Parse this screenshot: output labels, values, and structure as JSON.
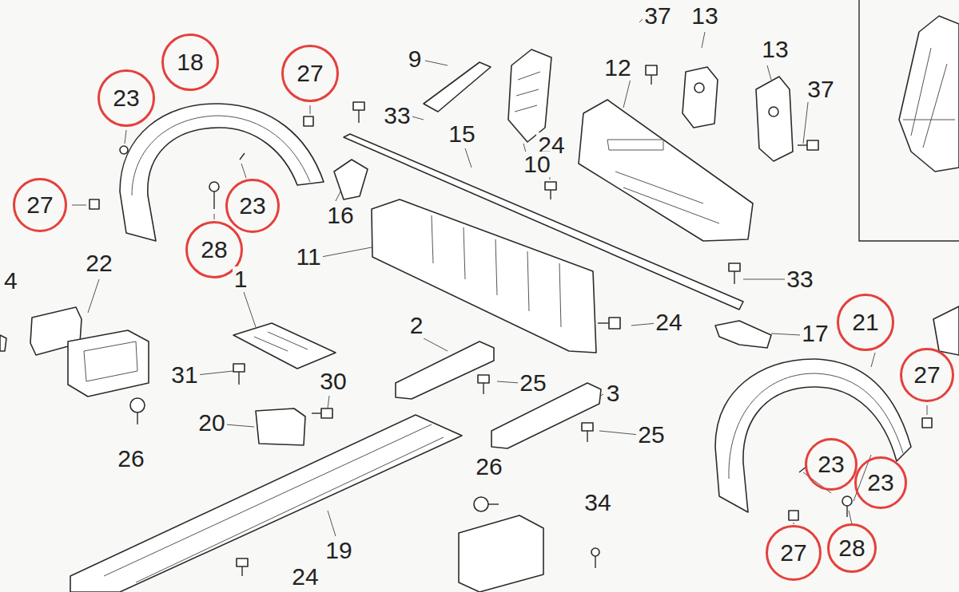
{
  "diagram": {
    "nodes": [
      {
        "text": [
          "18"
        ]
      },
      {
        "text": [
          "23"
        ]
      },
      {
        "text": [
          "27"
        ]
      },
      {
        "text": [
          "27"
        ]
      },
      {
        "text": [
          "23"
        ]
      },
      {
        "text": [
          "28"
        ]
      },
      {
        "text": [
          "21"
        ]
      },
      {
        "text": [
          "27"
        ]
      },
      {
        "text": [
          "23"
        ]
      },
      {
        "text": [
          "23"
        ]
      },
      {
        "text": [
          "27"
        ]
      },
      {
        "text": [
          "28"
        ]
      }
    ],
    "labels": [
      "37",
      "13",
      "9",
      "13",
      "12",
      "37",
      "33",
      "15",
      "24",
      "10",
      "16",
      "11",
      "22",
      "33",
      "4",
      "1",
      "2",
      "24",
      "17",
      "31",
      "30",
      "25",
      "3",
      "20",
      "25",
      "26",
      "26",
      "34",
      "19",
      "24"
    ]
  }
}
